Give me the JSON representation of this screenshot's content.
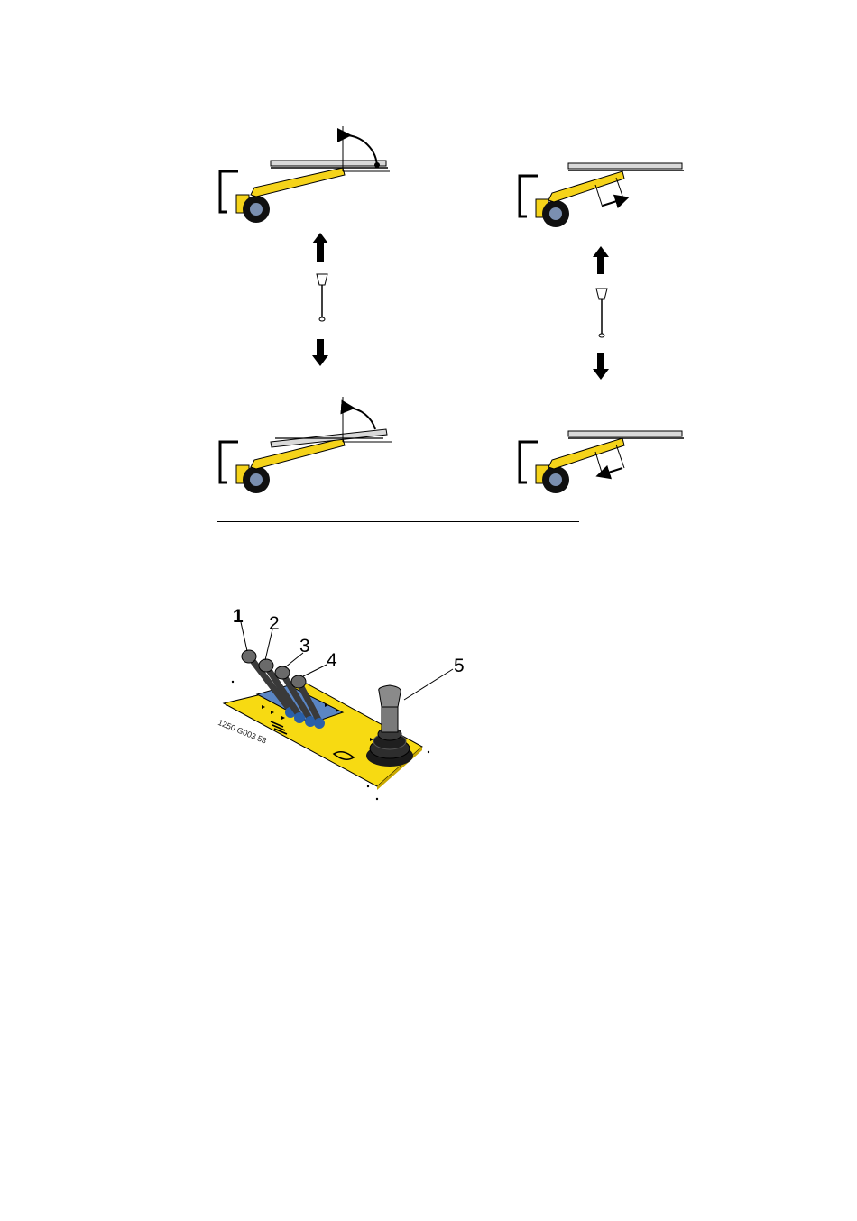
{
  "figure_controls": {
    "callouts": [
      "1",
      "2",
      "3",
      "4",
      "5"
    ],
    "drawing_code": "1250 G003 53"
  },
  "colors": {
    "boom_yellow": "#f5d31a",
    "panel_yellow": "#f7da12",
    "tire_black": "#101010",
    "hub_blue": "#7a8fb0",
    "console_blue": "#5b86c4",
    "lever_grey": "#6a6a6a"
  },
  "icons": [
    "up-arrow-icon",
    "down-arrow-icon",
    "lever-icon",
    "joystick-icon"
  ]
}
